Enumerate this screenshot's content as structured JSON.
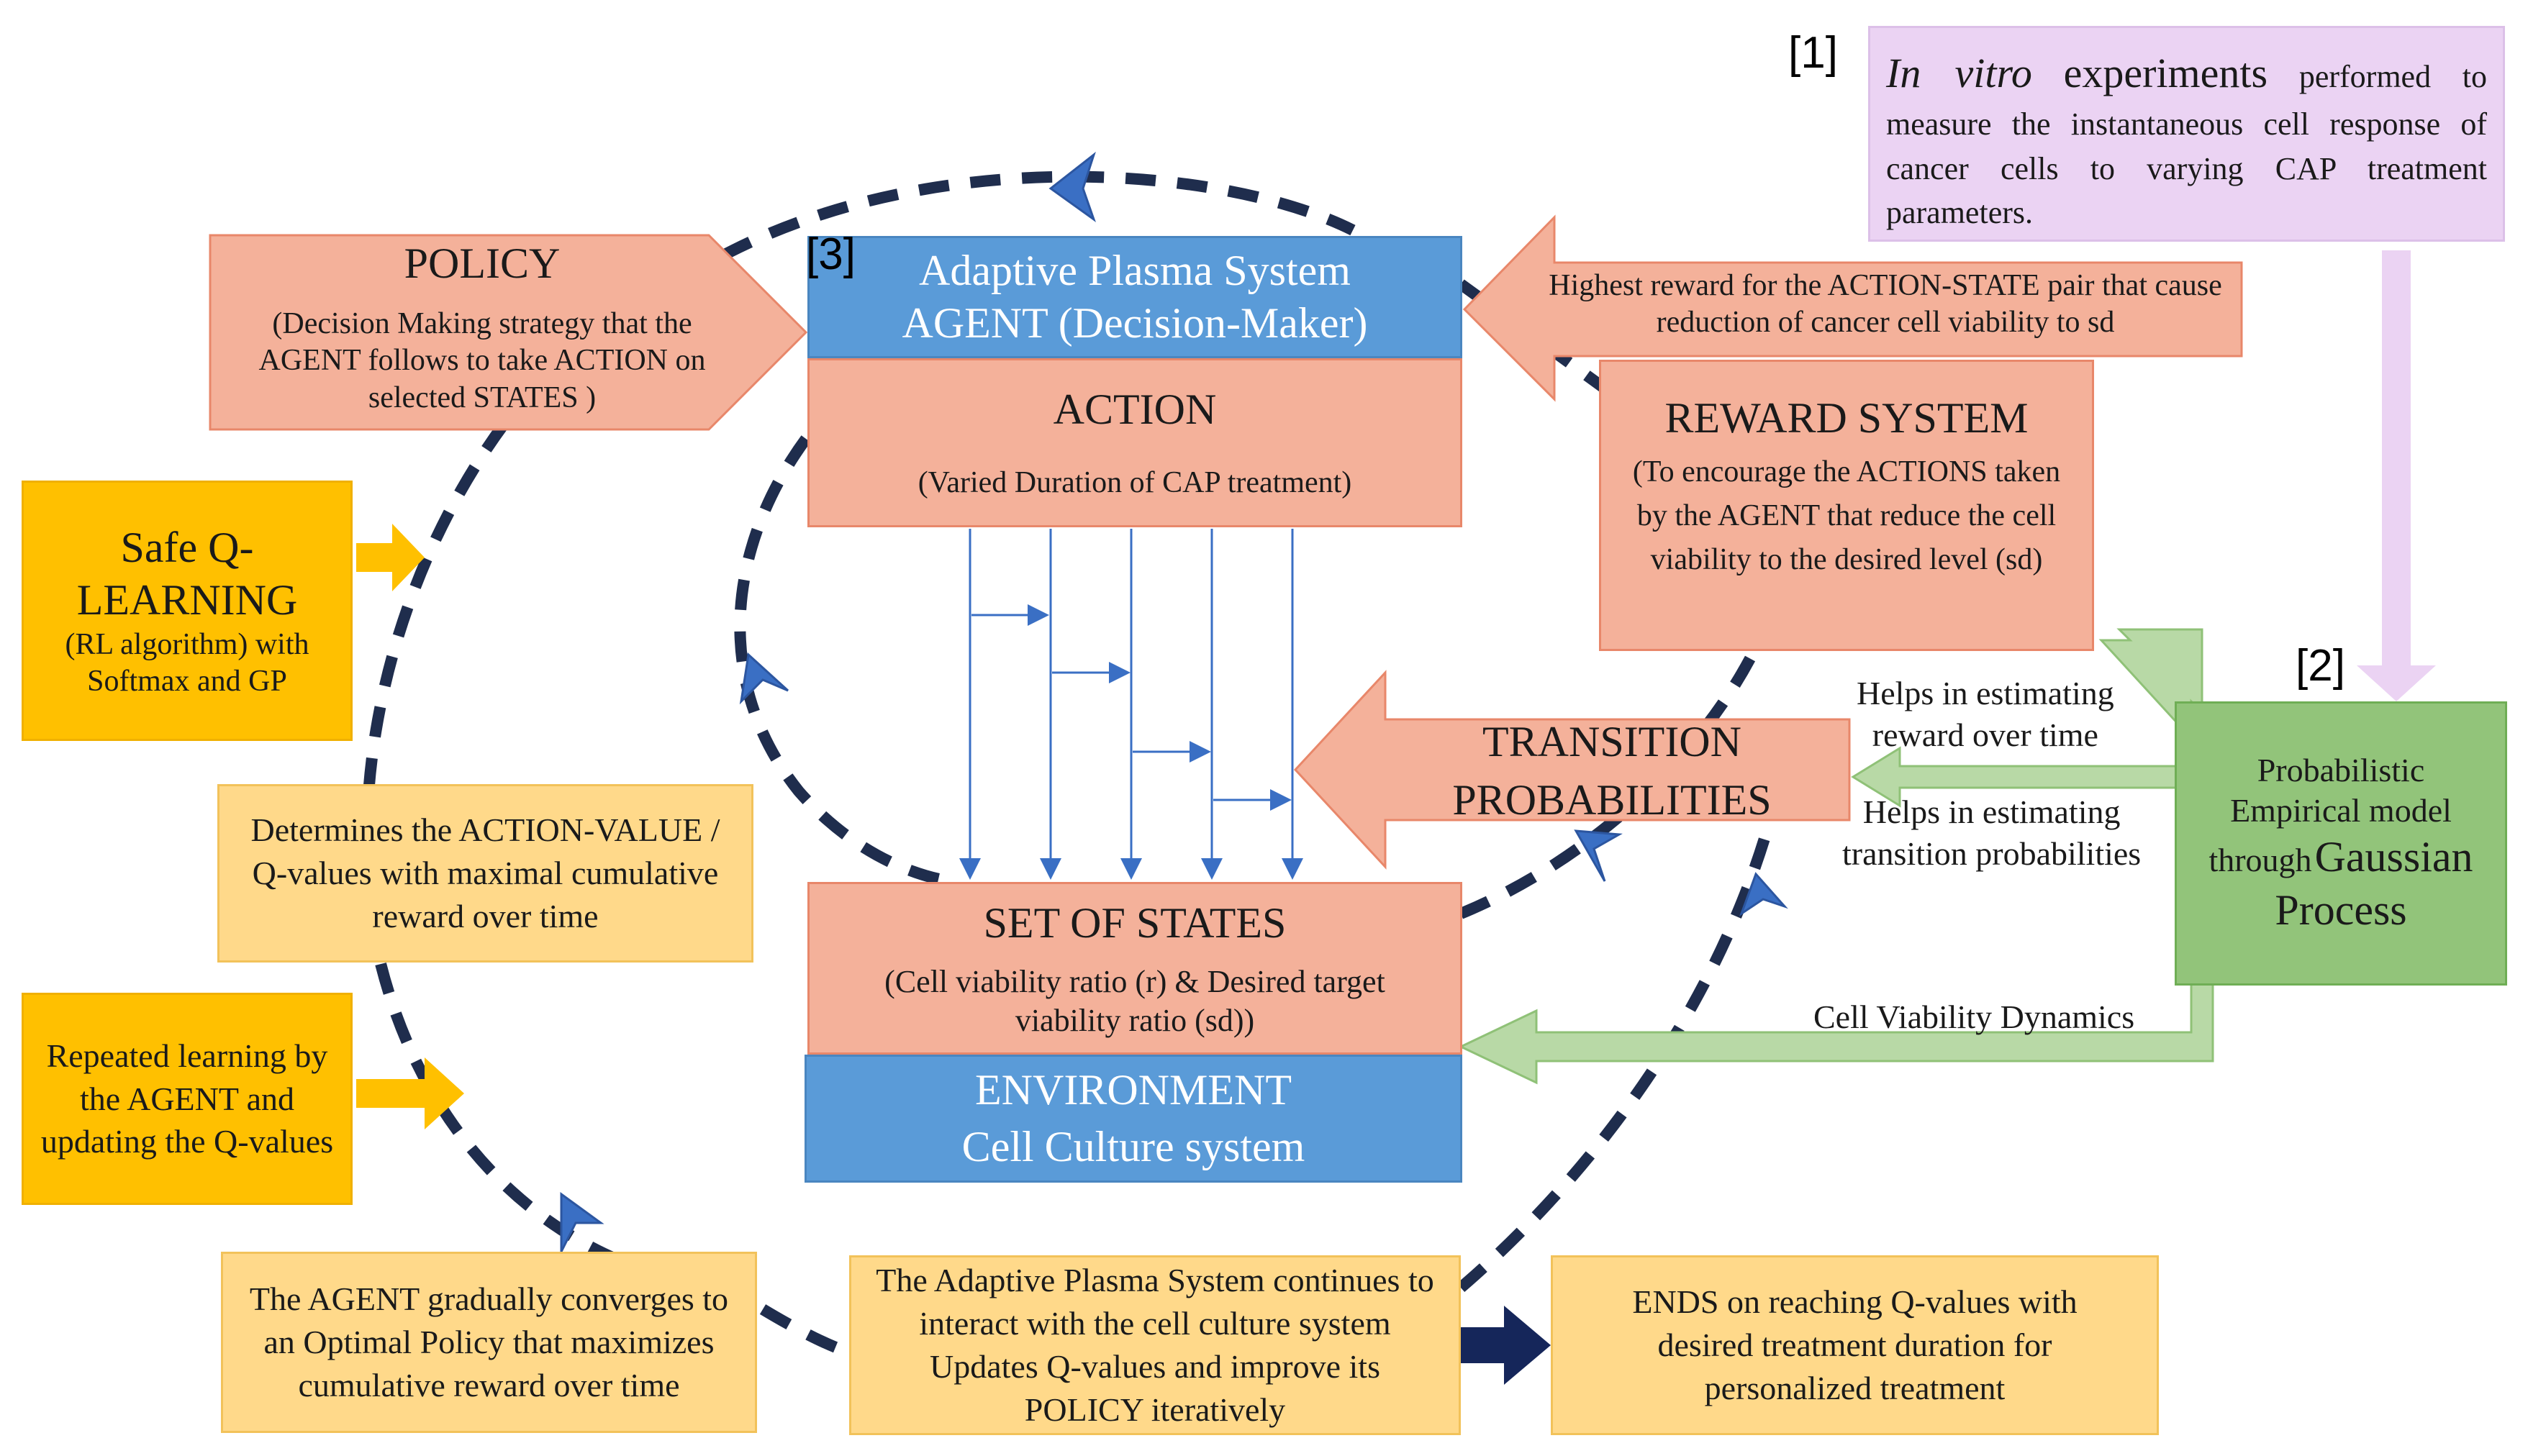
{
  "policy": {
    "title": "POLICY",
    "text": "(Decision Making strategy that the AGENT follows to take ACTION on selected STATES )"
  },
  "agent": {
    "title": "Adaptive Plasma System",
    "subtitle": "AGENT (Decision-Maker)",
    "marker": "3"
  },
  "action": {
    "title": "ACTION",
    "text": "(Varied Duration of CAP treatment)"
  },
  "highest_reward": {
    "text": "Highest reward for the ACTION-STATE pair that cause reduction of cancer cell viability to sd"
  },
  "in_vitro": {
    "marker": "1",
    "italic": "In vitro",
    "lead": "experiments",
    "rest": "performed to measure the instantaneous cell response of cancer cells to varying CAP treatment parameters."
  },
  "safe_q": {
    "line1": "Safe Q-",
    "line2": "LEARNING",
    "line3": "(RL algorithm) with",
    "line4": "Softmax and GP"
  },
  "reward_system": {
    "title": "REWARD SYSTEM",
    "text": "(To encourage the ACTIONS taken by the AGENT that reduce the cell viability to the desired level (sd)"
  },
  "gp_model": {
    "marker": "2",
    "line1": "Probabilistic",
    "line2": "Empirical model",
    "line3a": "through",
    "line3b": "Gaussian",
    "line4": "Process"
  },
  "transition": {
    "line1": "TRANSITION",
    "line2": "PROBABILITIES"
  },
  "labels": {
    "helps_reward_1": "Helps in estimating",
    "helps_reward_2": "reward over time",
    "helps_trans_1": "Helps in estimating",
    "helps_trans_2": "transition probabilities",
    "cell_viability": "Cell Viability Dynamics"
  },
  "determines": {
    "text": "Determines the ACTION-VALUE / Q-values with maximal cumulative reward over time"
  },
  "states": {
    "title": "SET OF STATES",
    "text": "(Cell viability ratio (r) & Desired target viability ratio (sd))"
  },
  "environment": {
    "title": "ENVIRONMENT",
    "subtitle": "Cell Culture system"
  },
  "repeated": {
    "text": "Repeated learning by the AGENT and updating the Q-values"
  },
  "converges": {
    "text": "The AGENT gradually converges to an Optimal Policy that maximizes cumulative reward over time"
  },
  "interacts": {
    "text": "The Adaptive Plasma System continues to interact with the cell culture system Updates Q-values and improve its POLICY iteratively"
  },
  "ends": {
    "text": "ENDS on reaching Q-values with desired treatment duration for personalized treatment"
  },
  "colors": {
    "salmon": "#f4b19a",
    "blue": "#5a9bd8",
    "yellow_dark": "#ffc000",
    "yellow_light": "#ffd98a",
    "green": "#92c47a",
    "lilac": "#ebd3f3",
    "dark_navy": "#1f2d4d",
    "arrow_blue": "#3a6fc4"
  }
}
